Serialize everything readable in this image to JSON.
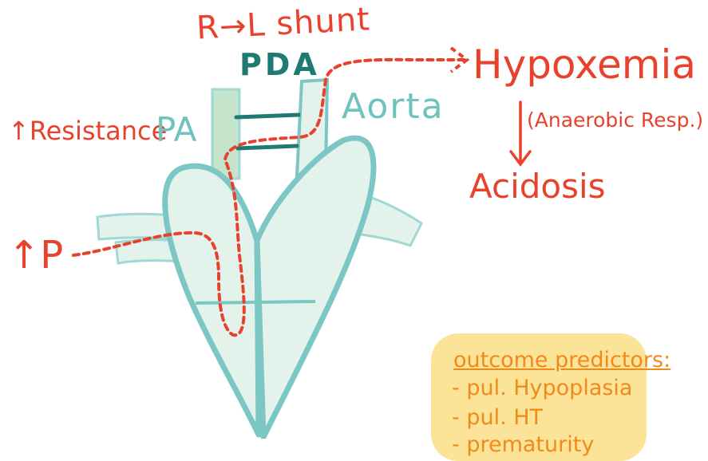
{
  "labels": {
    "shunt": "R→L shunt",
    "pda": "PDA",
    "hypoxemia": "Hypoxemia",
    "anaerobic": "(Anaerobic Resp.)",
    "acidosis": "Acidosis",
    "resistance": "↑Resistance",
    "pa": "PA",
    "aorta": "Aorta",
    "pressure": "↑P"
  },
  "outcome_box": {
    "title": "outcome predictors:",
    "items": [
      "- pul. Hypoplasia",
      "- pul. HT",
      "- prematurity"
    ]
  },
  "colors": {
    "arrow_red": "#e8412c",
    "heart_fill": "#e3f3ec",
    "heart_outline": "#7cc7c4",
    "pda_teal": "#1f7a74",
    "pa_green": "#c4e5cc",
    "note_yellow": "#fbe397",
    "note_text": "#f08a1c"
  }
}
